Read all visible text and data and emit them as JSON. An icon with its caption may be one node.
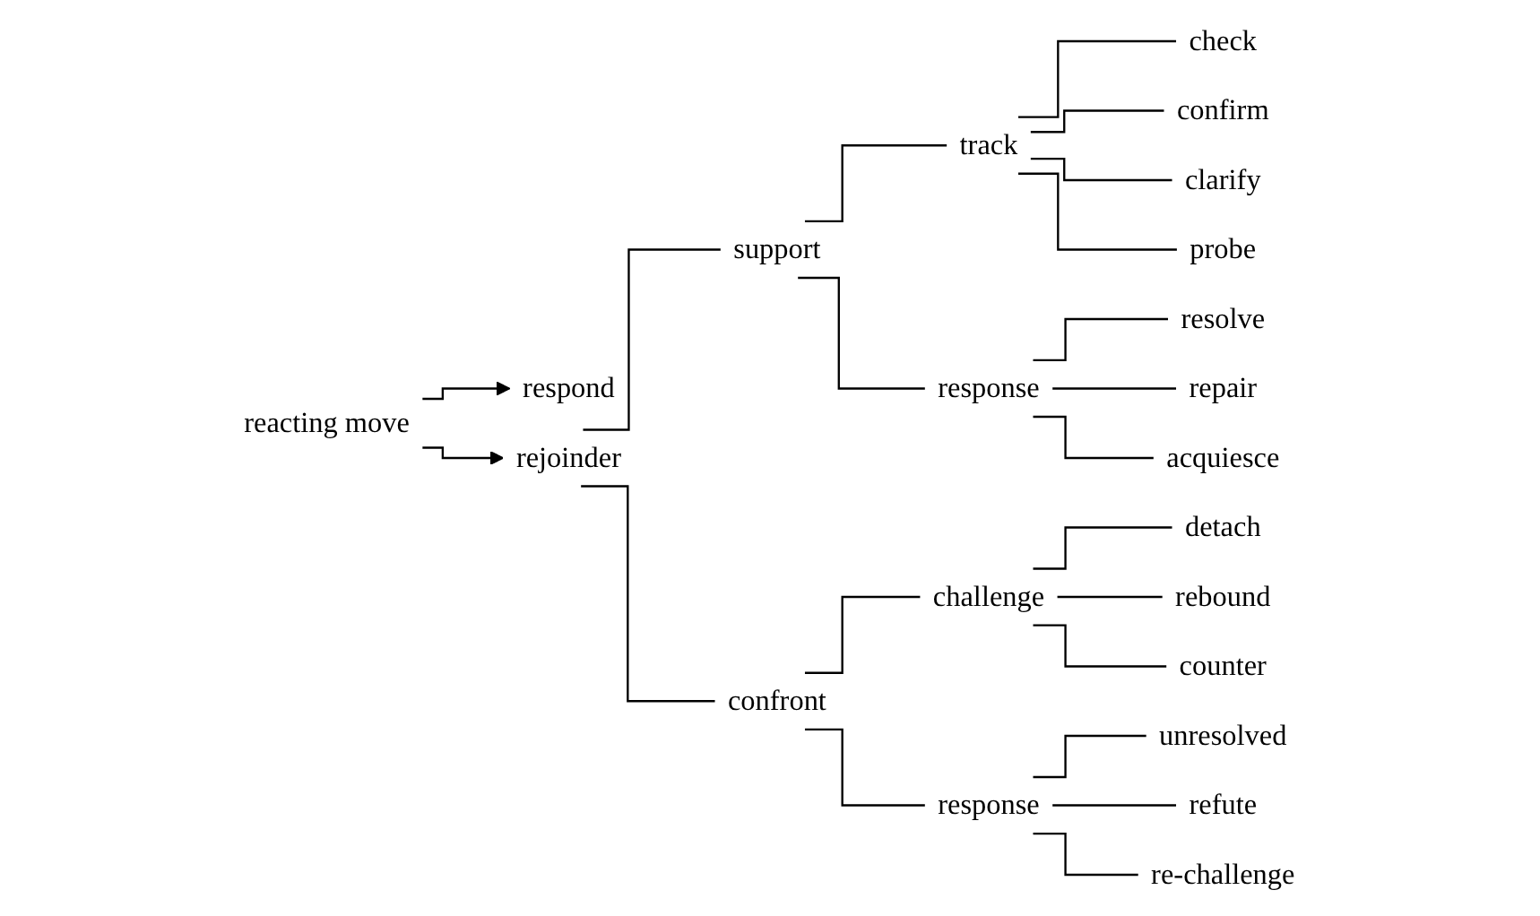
{
  "diagram": {
    "nodes": [
      {
        "text": [
          "reacting move"
        ]
      },
      {
        "text": [
          "respond"
        ]
      },
      {
        "text": [
          "rejoinder"
        ]
      },
      {
        "text": [
          "support"
        ]
      },
      {
        "text": [
          "confront"
        ]
      },
      {
        "text": [
          "track"
        ]
      },
      {
        "text": [
          "response"
        ]
      },
      {
        "text": [
          "check"
        ]
      },
      {
        "text": [
          "confirm"
        ]
      },
      {
        "text": [
          "clarify"
        ]
      },
      {
        "text": [
          "probe"
        ]
      },
      {
        "text": [
          "resolve"
        ]
      },
      {
        "text": [
          "repair"
        ]
      },
      {
        "text": [
          "acquiesce"
        ]
      },
      {
        "text": [
          "challenge"
        ]
      },
      {
        "text": [
          "response"
        ]
      },
      {
        "text": [
          "detach"
        ]
      },
      {
        "text": [
          "rebound"
        ]
      },
      {
        "text": [
          "counter"
        ]
      },
      {
        "text": [
          "unresolved"
        ]
      },
      {
        "text": [
          "refute"
        ]
      },
      {
        "text": [
          "re-challenge"
        ]
      }
    ],
    "edges": [
      {
        "from": 0,
        "to": 1,
        "arrow": "to"
      },
      {
        "from": 0,
        "to": 2,
        "arrow": "to"
      },
      {
        "from": 2,
        "to": 3,
        "arrow": "none"
      },
      {
        "from": 2,
        "to": 4,
        "arrow": "none"
      },
      {
        "from": 3,
        "to": 5,
        "arrow": "none"
      },
      {
        "from": 3,
        "to": 6,
        "arrow": "none"
      },
      {
        "from": 5,
        "to": 7,
        "arrow": "none"
      },
      {
        "from": 5,
        "to": 8,
        "arrow": "none"
      },
      {
        "from": 5,
        "to": 9,
        "arrow": "none"
      },
      {
        "from": 5,
        "to": 10,
        "arrow": "none"
      },
      {
        "from": 6,
        "to": 11,
        "arrow": "none"
      },
      {
        "from": 6,
        "to": 12,
        "arrow": "none"
      },
      {
        "from": 6,
        "to": 13,
        "arrow": "none"
      },
      {
        "from": 4,
        "to": 14,
        "arrow": "none"
      },
      {
        "from": 4,
        "to": 15,
        "arrow": "none"
      },
      {
        "from": 14,
        "to": 16,
        "arrow": "none"
      },
      {
        "from": 14,
        "to": 17,
        "arrow": "none"
      },
      {
        "from": 14,
        "to": 18,
        "arrow": "none"
      },
      {
        "from": 15,
        "to": 19,
        "arrow": "none"
      },
      {
        "from": 15,
        "to": 20,
        "arrow": "none"
      },
      {
        "from": 15,
        "to": 21,
        "arrow": "none"
      }
    ]
  }
}
